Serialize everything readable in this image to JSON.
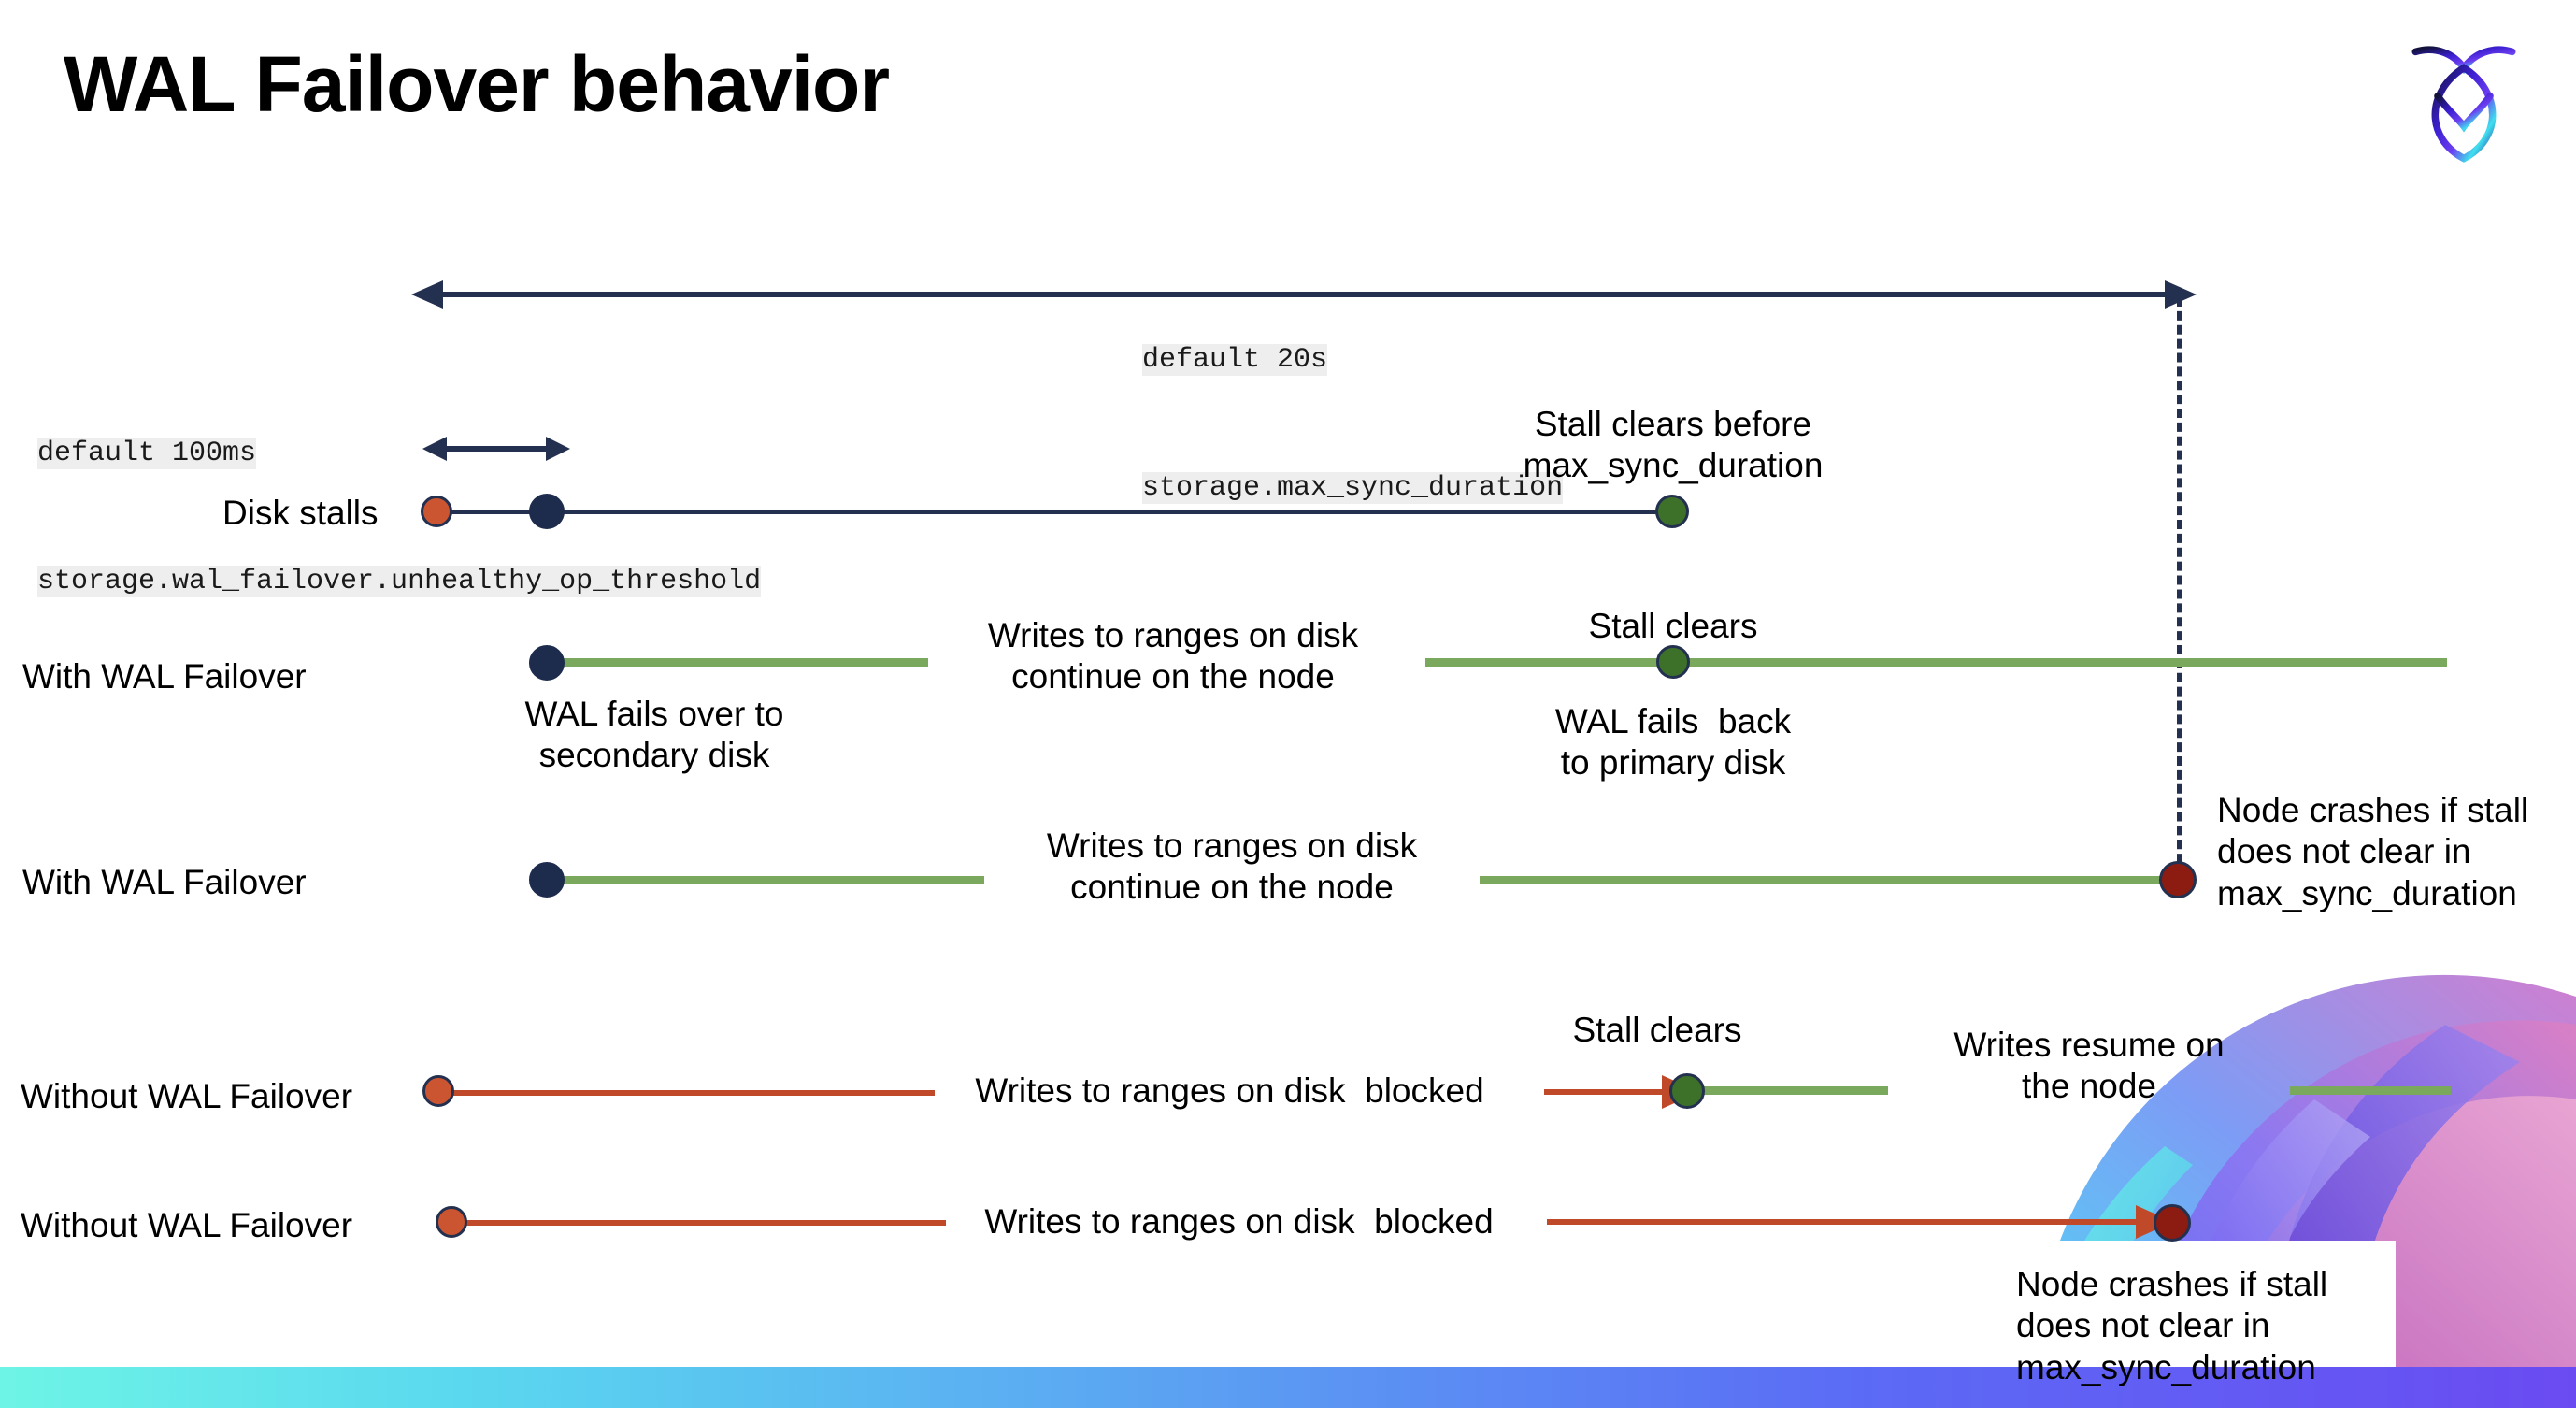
{
  "slide": {
    "title": "WAL Failover behavior",
    "logo_name": "cockroachdb-logo"
  },
  "colors": {
    "navy": "#23304f",
    "green_line": "#7aa85c",
    "orange_line": "#c0492a",
    "dot_orange": "#cb5531",
    "dot_green": "#3d7129",
    "dot_dark_red": "#8c1c11",
    "dot_navy": "#1d2b4d",
    "code_bg": "#eeeeee"
  },
  "settings": {
    "max_sync_duration": {
      "default_line": "default 20s",
      "name_line": "storage.max_sync_duration"
    },
    "unhealthy_op_threshold": {
      "default_line": "default 100ms",
      "name_line": "storage.wal_failover.unhealthy_op_threshold"
    }
  },
  "rows": [
    {
      "label": "Disk stalls",
      "annotations": [
        "Stall clears before\nmax_sync_duration"
      ]
    },
    {
      "label": "With WAL Failover",
      "annotations": [
        "Writes to ranges on disk\ncontinue on the node",
        "Stall clears",
        "WAL fails over to\nsecondary disk",
        "WAL fails  back\nto primary disk"
      ]
    },
    {
      "label": "With WAL Failover",
      "annotations": [
        "Writes to ranges on disk\ncontinue on the node",
        "Node crashes if stall\ndoes not clear in\nmax_sync_duration"
      ]
    },
    {
      "label": "Without WAL Failover",
      "annotations": [
        "Writes to ranges on disk  blocked",
        "Stall clears",
        "Writes resume on\nthe node"
      ]
    },
    {
      "label": "Without WAL Failover",
      "annotations": [
        "Writes to ranges on disk  blocked",
        "Node crashes if stall\ndoes not clear in\nmax_sync_duration"
      ]
    }
  ]
}
